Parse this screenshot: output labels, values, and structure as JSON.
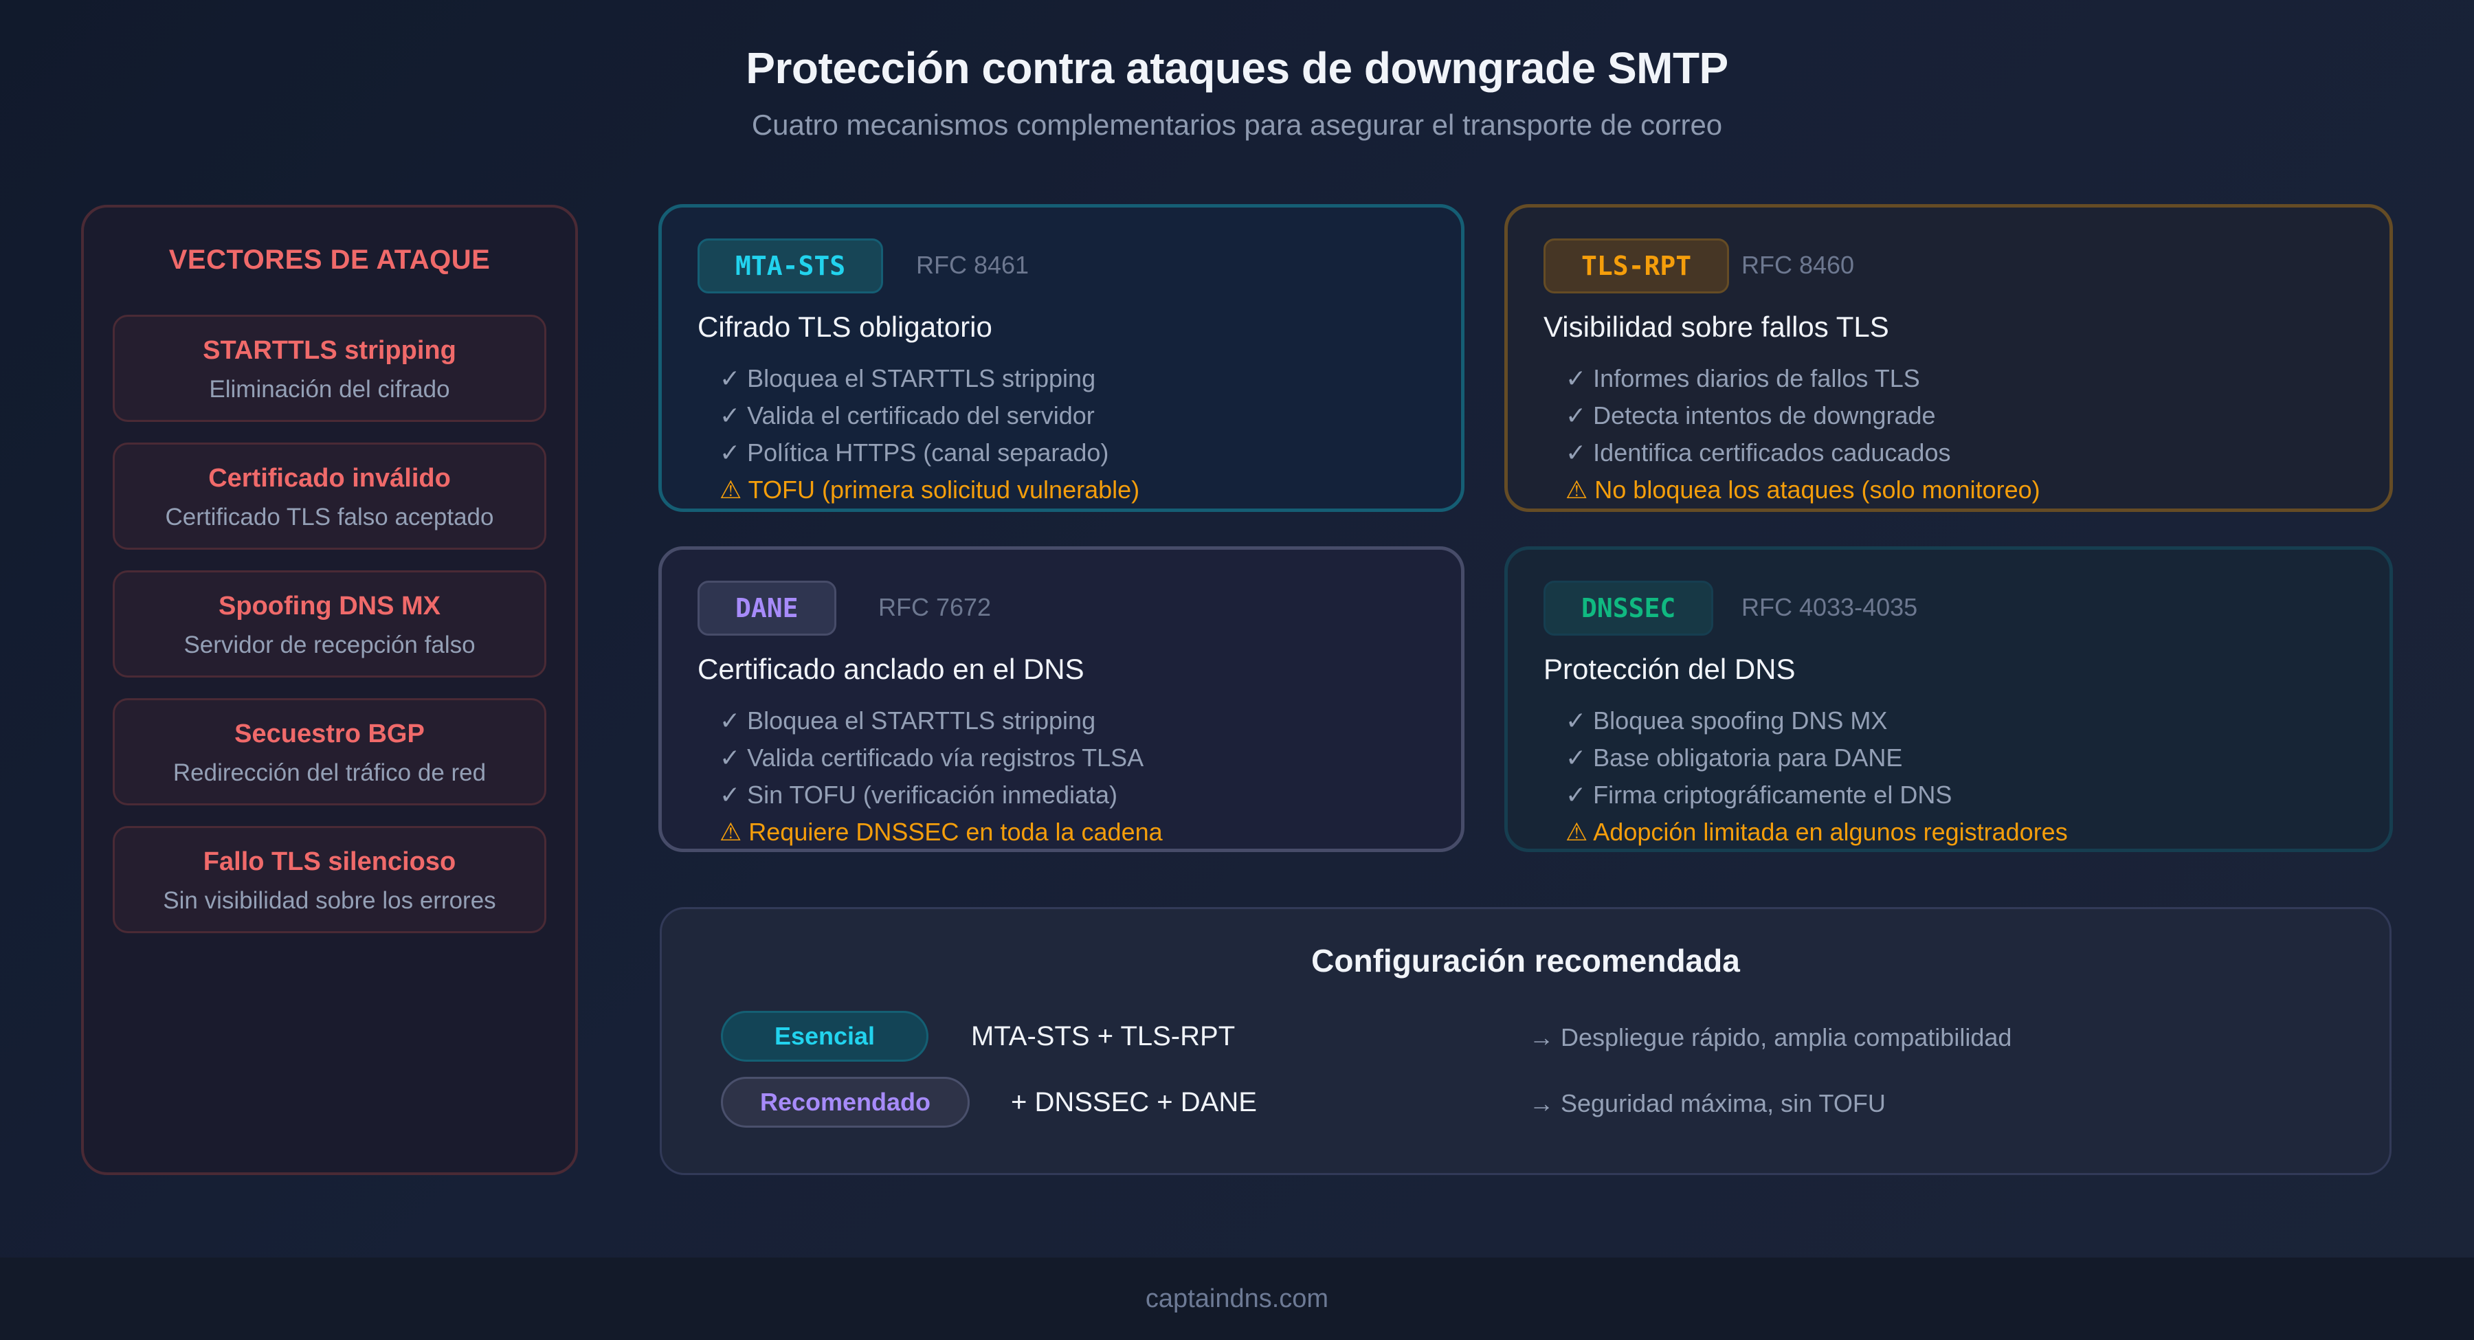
{
  "header": {
    "title": "Protección contra ataques de downgrade SMTP",
    "subtitle": "Cuatro mecanismos complementarios para asegurar el transporte de correo"
  },
  "attack_vectors": {
    "heading": "VECTORES DE ATAQUE",
    "items": [
      {
        "name": "STARTTLS stripping",
        "desc": "Eliminación del cifrado"
      },
      {
        "name": "Certificado inválido",
        "desc": "Certificado TLS falso aceptado"
      },
      {
        "name": "Spoofing DNS MX",
        "desc": "Servidor de recepción falso"
      },
      {
        "name": "Secuestro BGP",
        "desc": "Redirección del tráfico de red"
      },
      {
        "name": "Fallo TLS silencioso",
        "desc": "Sin visibilidad sobre los errores"
      }
    ]
  },
  "mechanisms": {
    "mta_sts": {
      "badge": "MTA-STS",
      "rfc": "RFC 8461",
      "title": "Cifrado TLS obligatorio",
      "features": [
        "✓ Bloquea el STARTTLS stripping",
        "✓ Valida el certificado del servidor",
        "✓ Política HTTPS (canal separado)"
      ],
      "warning": "⚠ TOFU (primera solicitud vulnerable)",
      "accent": "#22d3ee"
    },
    "tls_rpt": {
      "badge": "TLS-RPT",
      "rfc": "RFC 8460",
      "title": "Visibilidad sobre fallos TLS",
      "features": [
        "✓ Informes diarios de fallos TLS",
        "✓ Detecta intentos de downgrade",
        "✓ Identifica certificados caducados"
      ],
      "warning": "⚠ No bloquea los ataques (solo monitoreo)",
      "accent": "#f59e0b"
    },
    "dane": {
      "badge": "DANE",
      "rfc": "RFC 7672",
      "title": "Certificado anclado en el DNS",
      "features": [
        "✓ Bloquea el STARTTLS stripping",
        "✓ Valida certificado vía registros TLSA",
        "✓ Sin TOFU (verificación inmediata)"
      ],
      "warning": "⚠ Requiere DNSSEC en toda la cadena",
      "accent": "#a78bfa"
    },
    "dnssec": {
      "badge": "DNSSEC",
      "rfc": "RFC 4033-4035",
      "title": "Protección del DNS",
      "features": [
        "✓ Bloquea spoofing DNS MX",
        "✓ Base obligatoria para DANE",
        "✓ Firma criptográficamente el DNS"
      ],
      "warning": "⚠ Adopción limitada en algunos registradores",
      "accent": "#10b981"
    }
  },
  "config": {
    "title": "Configuración recomendada",
    "rows": [
      {
        "level": "Esencial",
        "combo": "MTA-STS + TLS-RPT",
        "benefit": "→ Despliegue rápido, amplia compatibilidad"
      },
      {
        "level": "Recomendado",
        "combo": "+ DNSSEC + DANE",
        "benefit": "→ Seguridad máxima, sin TOFU"
      }
    ]
  },
  "footer": {
    "text": "captaindns.com"
  },
  "colors": {
    "attack_red": "#f06a6a",
    "warning_orange": "#f59e0b",
    "mta_sts_cyan": "#22d3ee",
    "dane_purple": "#a78bfa",
    "dnssec_green": "#10b981"
  }
}
